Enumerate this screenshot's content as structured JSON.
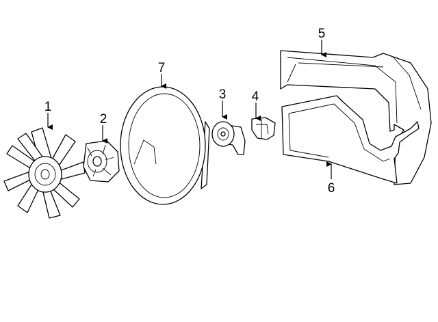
{
  "callouts": {
    "fan_blade": "1",
    "fan_clutch": "2",
    "water_pump": "3",
    "fan_motor_bracket": "4",
    "upper_shroud": "5",
    "lower_shroud": "6",
    "fan_shroud_ring": "7"
  }
}
